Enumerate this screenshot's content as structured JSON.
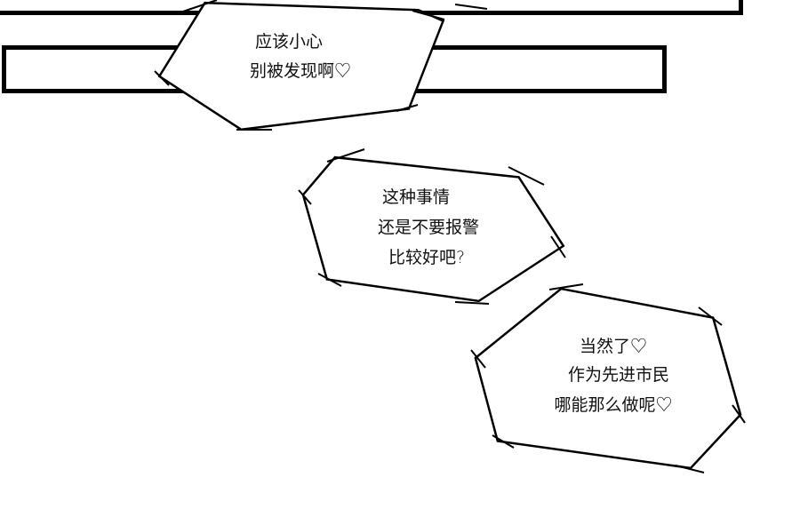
{
  "page": {
    "background_color": "#ffffff",
    "ink_color": "#000000"
  },
  "bubbles": [
    {
      "id": "bubble-1",
      "lines": [
        "应该小心",
        "别被发现啊♡"
      ]
    },
    {
      "id": "bubble-2",
      "lines": [
        "这种事情",
        "还是不要报警",
        "比较好吧?"
      ]
    },
    {
      "id": "bubble-3",
      "lines": [
        "当然了♡",
        "作为先进市民",
        "哪能那么做呢♡"
      ]
    }
  ]
}
